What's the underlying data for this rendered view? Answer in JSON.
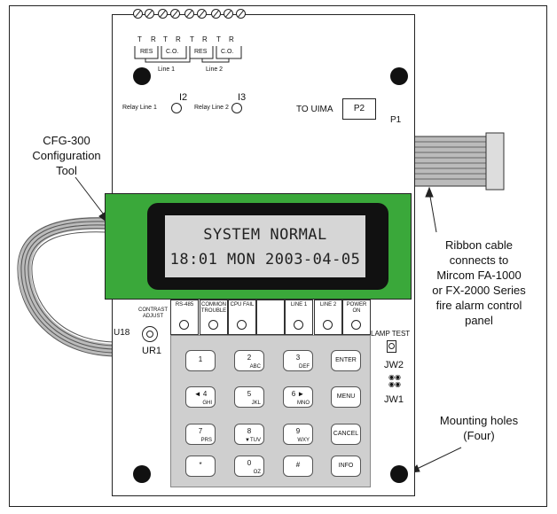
{
  "board": {
    "terminal_letters": [
      "T",
      "R",
      "T",
      "R",
      "T",
      "R",
      "T",
      "R"
    ],
    "res_label_1": "RES",
    "co_label_1": "C.O.",
    "res_label_2": "RES",
    "co_label_2": "C.O.",
    "line1_label": "Line 1",
    "line2_label": "Line 2",
    "i2_label": "I2",
    "i3_label": "I3",
    "relay_line1": "Relay Line 1",
    "relay_line2": "Relay Line 2",
    "to_uima": "TO UIMA",
    "p2": "P2",
    "p1": "P1",
    "u18": "U18",
    "contrast": "CONTRAST\nADJUST",
    "ur1": "UR1",
    "lamp_test": "LAMP TEST",
    "jw2": "JW2",
    "jw1": "JW1"
  },
  "lcd": {
    "line1": "SYSTEM NORMAL",
    "line2": "18:01 MON 2003-04-05"
  },
  "indicators": [
    {
      "label": "RS-485"
    },
    {
      "label": "COMMON TROUBLE"
    },
    {
      "label": "CPU FAIL"
    },
    {
      "label": ""
    },
    {
      "label": "LINE 1"
    },
    {
      "label": "LINE 2"
    },
    {
      "label": "POWER ON"
    }
  ],
  "keypad": {
    "keys": [
      {
        "num": "1",
        "sub": ""
      },
      {
        "num": "2",
        "sub": "ABC"
      },
      {
        "num": "3",
        "sub": "DEF"
      },
      {
        "num": "ENTER",
        "sub": ""
      },
      {
        "num": "◄ 4",
        "sub": "GHI"
      },
      {
        "num": "5",
        "sub": "JKL"
      },
      {
        "num": "6 ►",
        "sub": "MNO"
      },
      {
        "num": "MENU",
        "sub": ""
      },
      {
        "num": "7",
        "sub": "PRS"
      },
      {
        "num": "8",
        "sub": "▼TUV"
      },
      {
        "num": "9",
        "sub": "WXY"
      },
      {
        "num": "CANCEL",
        "sub": ""
      },
      {
        "num": "*",
        "sub": ""
      },
      {
        "num": "0",
        "sub": "OZ"
      },
      {
        "num": "#",
        "sub": ""
      },
      {
        "num": "INFO",
        "sub": ""
      }
    ]
  },
  "callouts": {
    "cfg_tool": "CFG-300\nConfiguration\nTool",
    "ribbon": "Ribbon cable\nconnects to\nMircom FA-1000\nor FX-2000 Series\nfire alarm control\npanel",
    "mounting": "Mounting holes\n(Four)"
  }
}
